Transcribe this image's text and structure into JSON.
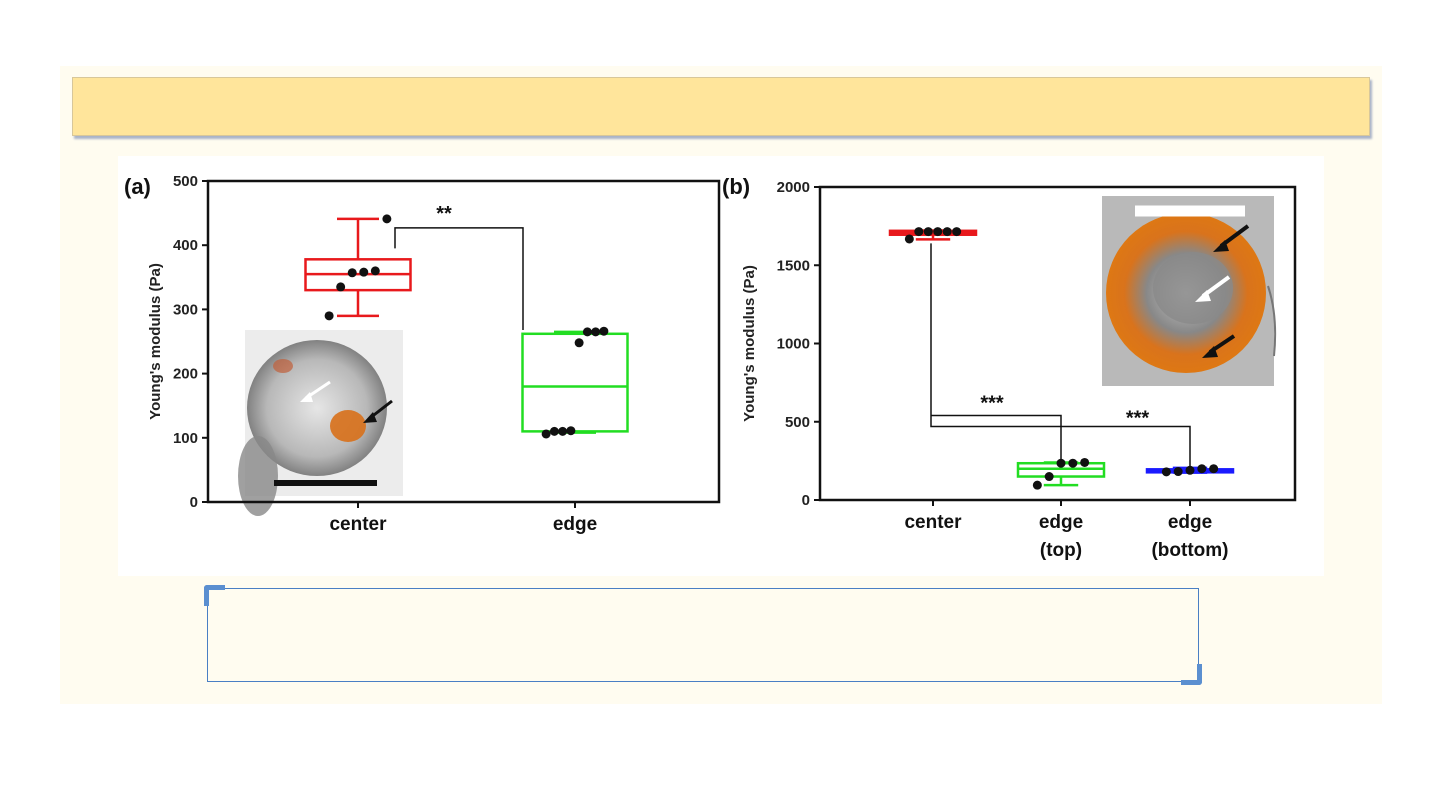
{
  "slide": {
    "title": "",
    "caption": ""
  },
  "colors": {
    "red": "#e8191c",
    "green": "#22dd22",
    "blue": "#1a1aff",
    "black": "#111111",
    "title_bar": "#ffe59b"
  },
  "chart_data": [
    {
      "type": "box",
      "panel_label": "(a)",
      "ylabel": "Young's modulus (Pa)",
      "ylim": [
        0,
        500
      ],
      "yticks": [
        0,
        100,
        200,
        300,
        400,
        500
      ],
      "categories": [
        "center",
        "edge"
      ],
      "boxes": [
        {
          "category": "center",
          "color": "#e8191c",
          "min": 290,
          "q1": 330,
          "median": 355,
          "q3": 378,
          "max": 441,
          "points": [
            290,
            335,
            357,
            358,
            360,
            441
          ]
        },
        {
          "category": "edge",
          "color": "#22dd22",
          "min": 108,
          "q1": 110,
          "median": 180,
          "q3": 262,
          "max": 265,
          "points": [
            106,
            110,
            110,
            111,
            248,
            265,
            265,
            266
          ]
        }
      ],
      "significance": [
        {
          "from": "center",
          "to": "edge",
          "label": "**"
        }
      ],
      "inset": {
        "description_icon": "microscopy-cell-image",
        "arrows": [
          "white-arrow",
          "black-arrow"
        ],
        "scale_bar": true
      }
    },
    {
      "type": "box",
      "panel_label": "(b)",
      "ylabel": "Young's modulus (Pa)",
      "ylim": [
        0,
        2000
      ],
      "yticks": [
        0,
        500,
        1000,
        1500,
        2000
      ],
      "categories": [
        "center",
        "edge\n(top)",
        "edge\n(bottom)"
      ],
      "category_lines": [
        [
          "center"
        ],
        [
          "edge",
          "(top)"
        ],
        [
          "edge",
          "(bottom)"
        ]
      ],
      "boxes": [
        {
          "category": "center",
          "color": "#e8191c",
          "min": 1665,
          "q1": 1695,
          "median": 1710,
          "q3": 1720,
          "max": 1722,
          "points": [
            1668,
            1715,
            1715,
            1715,
            1715,
            1715
          ]
        },
        {
          "category": "edge (top)",
          "color": "#22dd22",
          "min": 95,
          "q1": 150,
          "median": 200,
          "q3": 235,
          "max": 240,
          "points": [
            95,
            150,
            235,
            235,
            240
          ]
        },
        {
          "category": "edge (bottom)",
          "color": "#1a1aff",
          "min": 175,
          "q1": 180,
          "median": 188,
          "q3": 196,
          "max": 205,
          "points": [
            180,
            182,
            190,
            200,
            200
          ]
        }
      ],
      "significance": [
        {
          "from": "center",
          "to": "edge (top)",
          "label": "***"
        },
        {
          "from": "center",
          "to": "edge (bottom)",
          "label": "***"
        }
      ],
      "inset": {
        "description_icon": "microscopy-cell-image",
        "arrows": [
          "black-arrow",
          "white-arrow",
          "black-arrow"
        ],
        "scale_bar": true
      }
    }
  ]
}
